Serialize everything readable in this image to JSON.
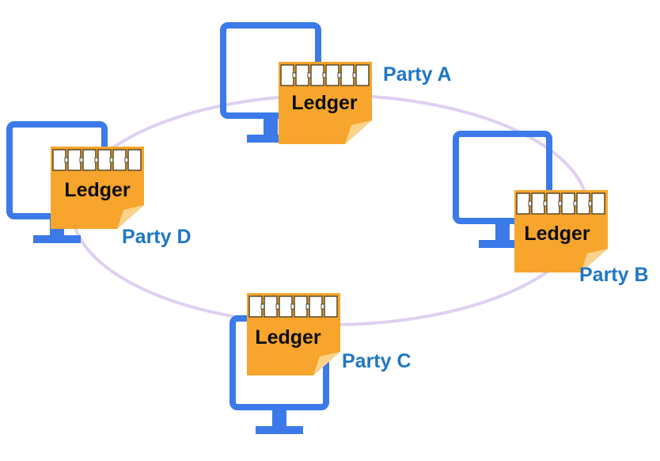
{
  "colors": {
    "monitor": "#3b7ae8",
    "ledger_fill": "#f7a52c",
    "ledger_fold": "#fbd38a",
    "ledger_text": "#0d0d0d",
    "party_text": "#1f77c4",
    "ring": "#d9c8ee"
  },
  "icons": {
    "computer": "monitor-icon",
    "ledger": "sticky-note-ledger-icon",
    "blocks": "block-chain-cells-icon"
  },
  "ring": {
    "shape": "ellipse"
  },
  "nodes": [
    {
      "id": "a",
      "party": "Party A",
      "ledger": "Ledger",
      "blocks": 6
    },
    {
      "id": "b",
      "party": "Party B",
      "ledger": "Ledger",
      "blocks": 6
    },
    {
      "id": "c",
      "party": "Party C",
      "ledger": "Ledger",
      "blocks": 6
    },
    {
      "id": "d",
      "party": "Party D",
      "ledger": "Ledger",
      "blocks": 6
    }
  ]
}
